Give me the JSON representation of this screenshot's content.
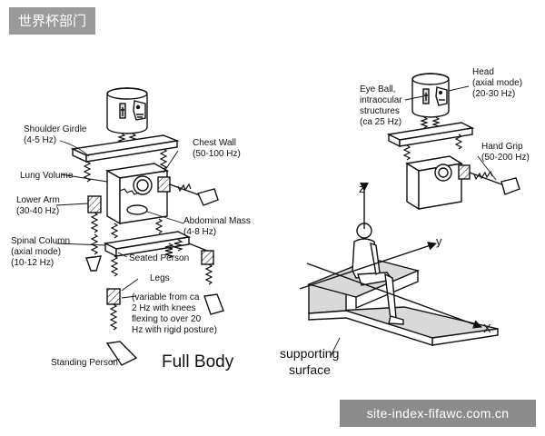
{
  "badge": "世界杯部门",
  "watermark": "site-index-fifawc.com.cn",
  "full_body": {
    "title": "Full Body",
    "shoulder": [
      "Shoulder Girdle",
      "(4-5 Hz)"
    ],
    "chest": [
      "Chest Wall",
      "(50-100 Hz)"
    ],
    "lung": [
      "Lung Volume"
    ],
    "lower_arm": [
      "Lower Arm",
      "(30-40 Hz)"
    ],
    "abdominal": [
      "Abdominal Mass",
      "(4-8 Hz)"
    ],
    "spinal": [
      "Spinal Column",
      "(axial mode)",
      "(10-12 Hz)"
    ],
    "seated": [
      "Seated Person"
    ],
    "legs": [
      "Legs",
      "(variable from ca",
      "2 Hz with knees",
      "flexing to over 20",
      "Hz with rigid posture)"
    ],
    "standing": [
      "Standing Person"
    ]
  },
  "head_detail": {
    "head": [
      "Head",
      "(axial mode)",
      "(20-30 Hz)"
    ],
    "eye": [
      "Eye Ball,",
      "intraocular",
      "structures",
      "(ca 25 Hz)"
    ],
    "grip": [
      "Hand Grip",
      "(50-200 Hz)"
    ]
  },
  "seat_diagram": {
    "axis_x": "X",
    "axis_y": "y",
    "axis_z": "z",
    "surface": [
      "supporting",
      "surface"
    ]
  }
}
